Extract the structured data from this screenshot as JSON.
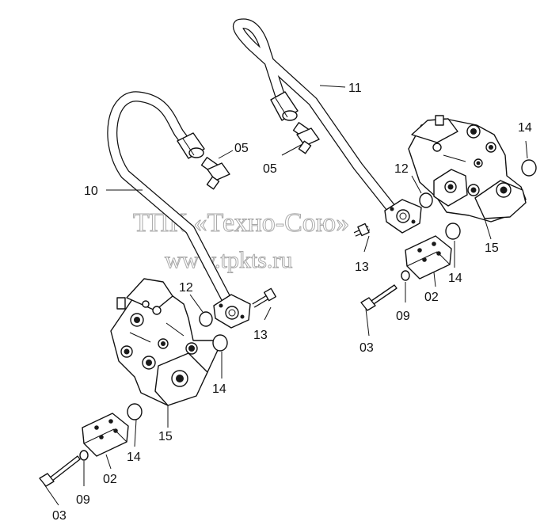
{
  "watermark": {
    "line1": "ТПК «Техно-Сою»",
    "line2": "www.tpkts.ru"
  },
  "callouts": {
    "c10": "10",
    "c11": "11",
    "c05a": "05",
    "c05b": "05",
    "c12a": "12",
    "c12b": "12",
    "c13a": "13",
    "c13b": "13",
    "c14a": "14",
    "c14b": "14",
    "c14c": "14",
    "c14d": "14",
    "c15a": "15",
    "c15b": "15",
    "c02a": "02",
    "c02b": "02",
    "c09a": "09",
    "c09b": "09",
    "c03a": "03",
    "c03b": "03"
  }
}
